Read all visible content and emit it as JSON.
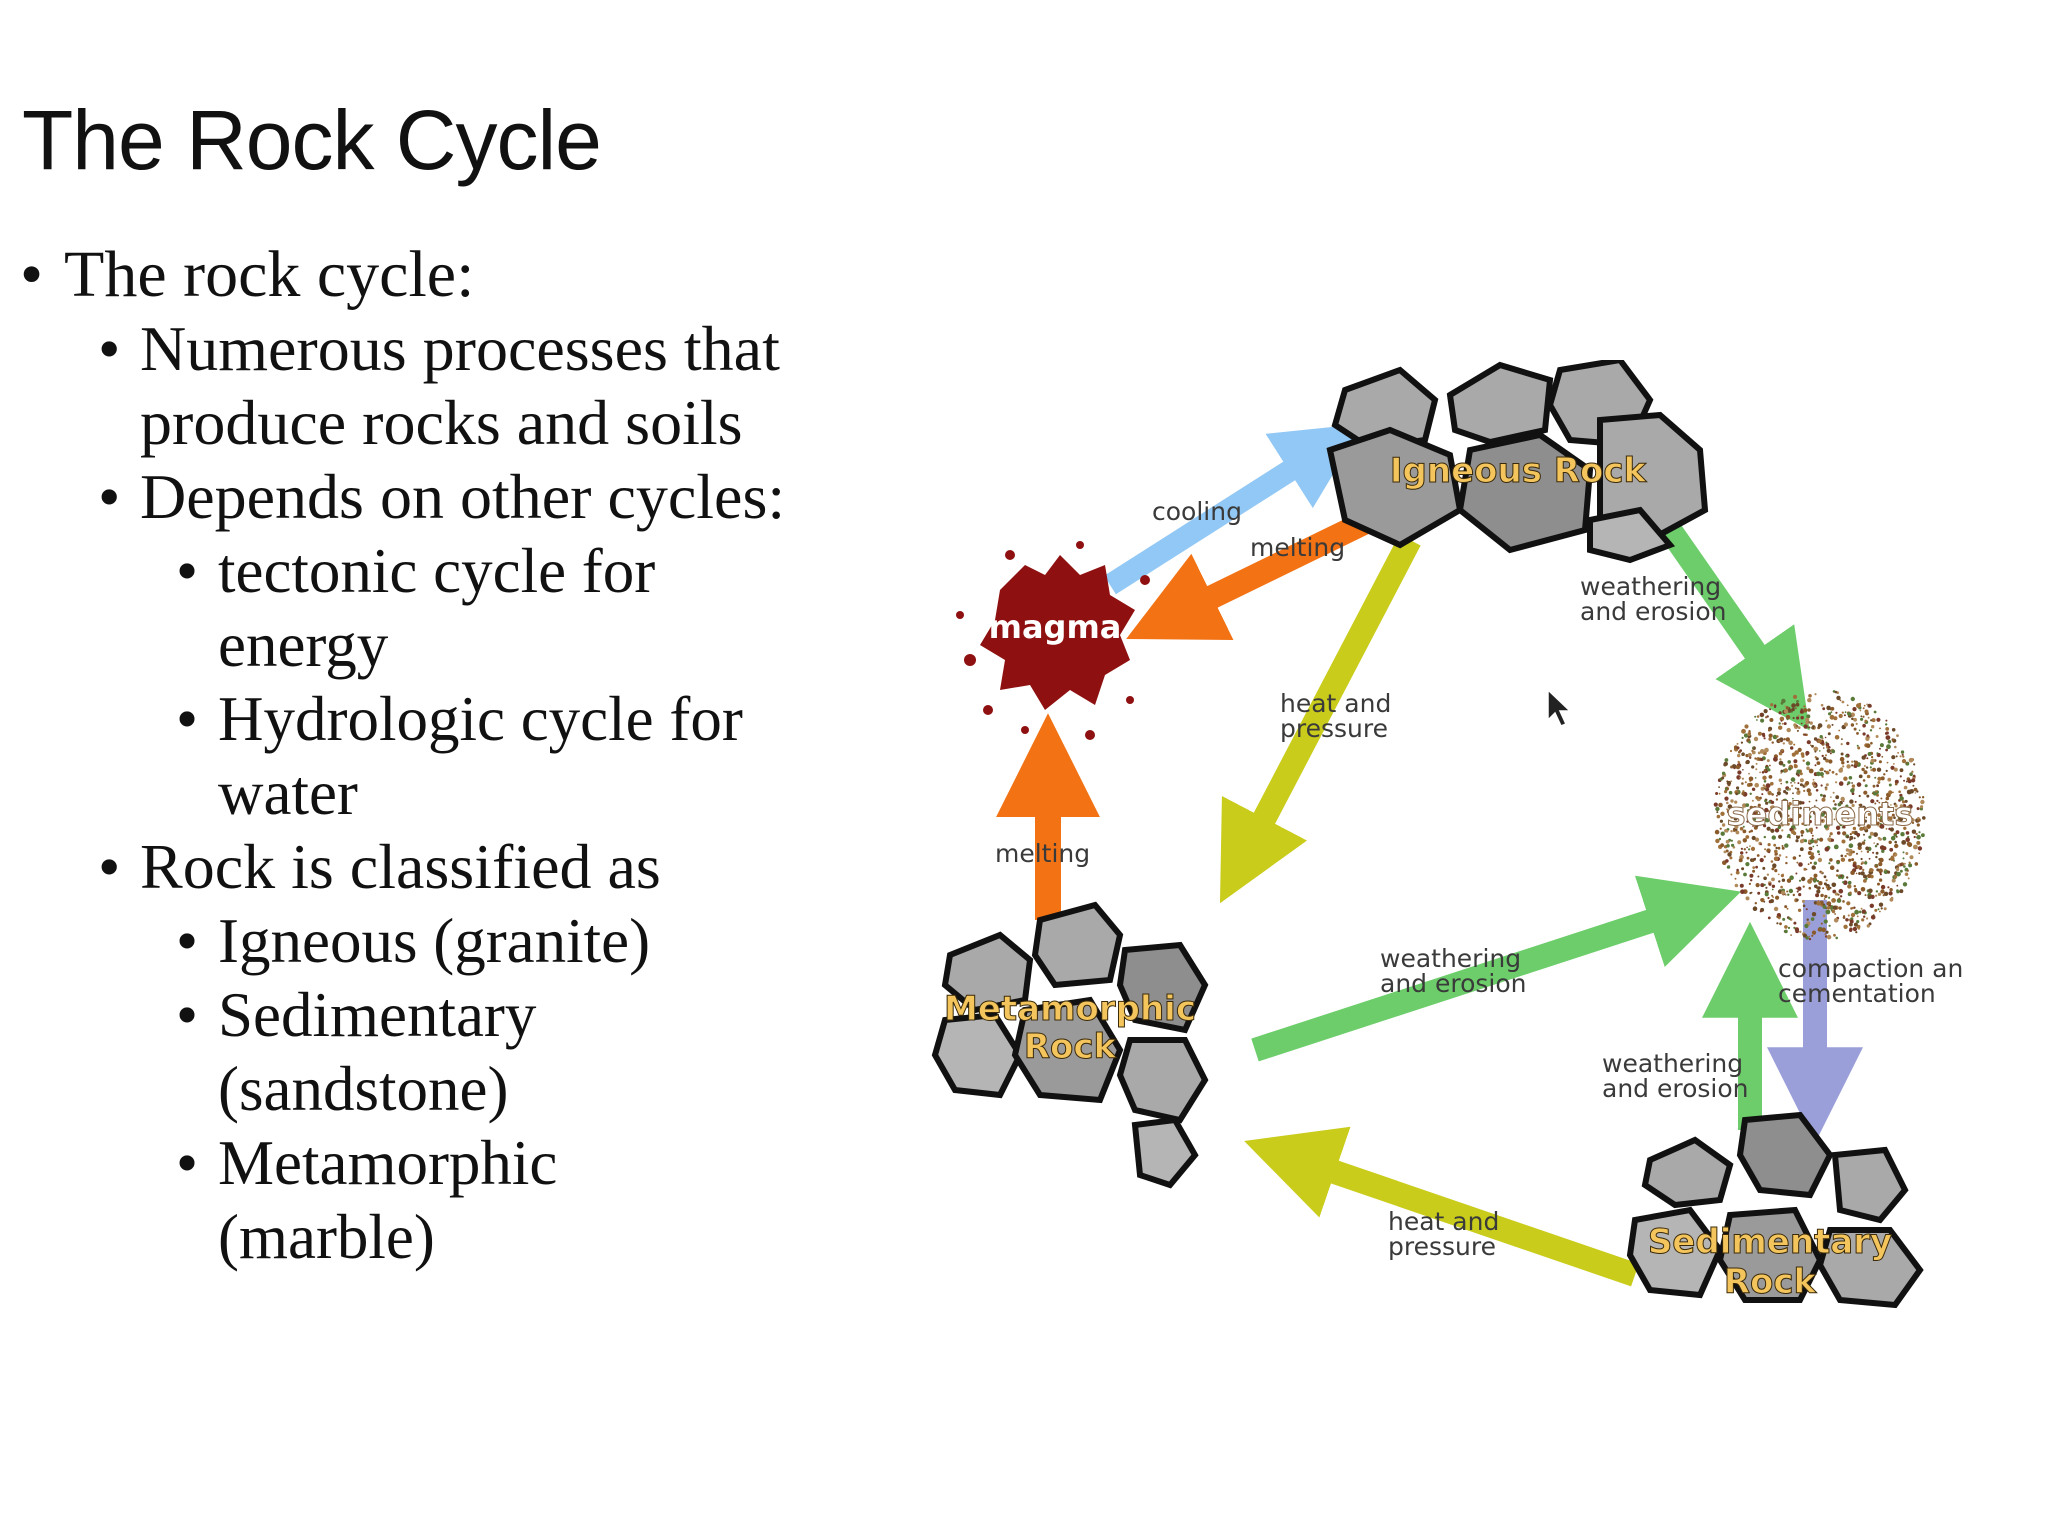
{
  "slide": {
    "title": "The Rock Cycle",
    "bullets": [
      {
        "level": 1,
        "text": "The rock cycle:"
      },
      {
        "level": 2,
        "text": "Numerous processes that",
        "text2": "produce rocks and soils"
      },
      {
        "level": 2,
        "text": "Depends on other cycles:"
      },
      {
        "level": 3,
        "text": "tectonic cycle for",
        "text2": "energy"
      },
      {
        "level": 3,
        "text": "Hydrologic cycle for",
        "text2": "water"
      },
      {
        "level": 2,
        "text": "Rock is classified as"
      },
      {
        "level": 3,
        "text": "Igneous (granite)"
      },
      {
        "level": 3,
        "text": "Sedimentary",
        "text2": "(sandstone)"
      },
      {
        "level": 3,
        "text": "Metamorphic",
        "text2": "(marble)"
      }
    ]
  },
  "diagram": {
    "nodes": {
      "igneous": "Igneous Rock",
      "magma": "magma",
      "sediments": "sediments",
      "metamorphic_1": "Metamorphic",
      "metamorphic_2": "Rock",
      "sedimentary_1": "Sedimentary",
      "sedimentary_2": "Rock"
    },
    "edges": {
      "cooling": "cooling",
      "melting_top": "melting",
      "weathering_1a": "weathering",
      "weathering_1b": "and erosion",
      "heat_1a": "heat and",
      "heat_1b": "pressure",
      "melting_left": "melting",
      "weathering_2a": "weathering",
      "weathering_2b": "and erosion",
      "compaction_1": "compaction an",
      "compaction_2": "cementation",
      "weathering_3a": "weathering",
      "weathering_3b": "and erosion",
      "heat_2a": "heat and",
      "heat_2b": "pressure"
    },
    "colors": {
      "cooling": "#92c8f5",
      "melting": "#f27214",
      "weathering": "#6ccd6a",
      "heat_pressure": "#c9cc1a",
      "compaction": "#9b9fd9",
      "magma": "#8f1010",
      "rock_fill": "#a9a9a9",
      "rock_label": "#f3c55c"
    }
  }
}
